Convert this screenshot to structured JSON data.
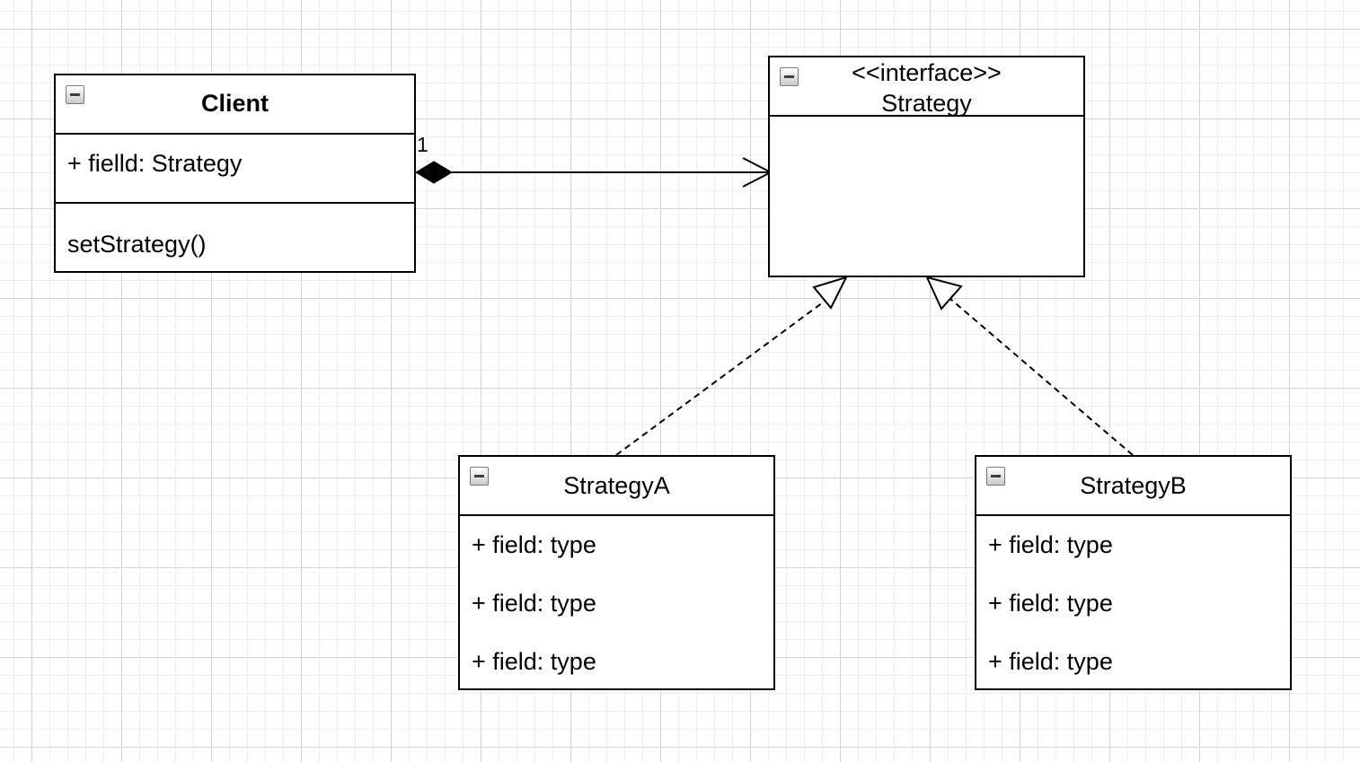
{
  "client": {
    "name": "Client",
    "attribute": "+ fielld: Strategy",
    "operation": "setStrategy()"
  },
  "strategy": {
    "stereotype": "<<interface>>",
    "name": "Strategy"
  },
  "strategy_a": {
    "name": "StrategyA",
    "fields": [
      "+ field: type",
      "+ field: type",
      "+ field: type"
    ]
  },
  "strategy_b": {
    "name": "StrategyB",
    "fields": [
      "+ field: type",
      "+ field: type",
      "+ field: type"
    ]
  },
  "composition": {
    "multiplicity": "1"
  }
}
